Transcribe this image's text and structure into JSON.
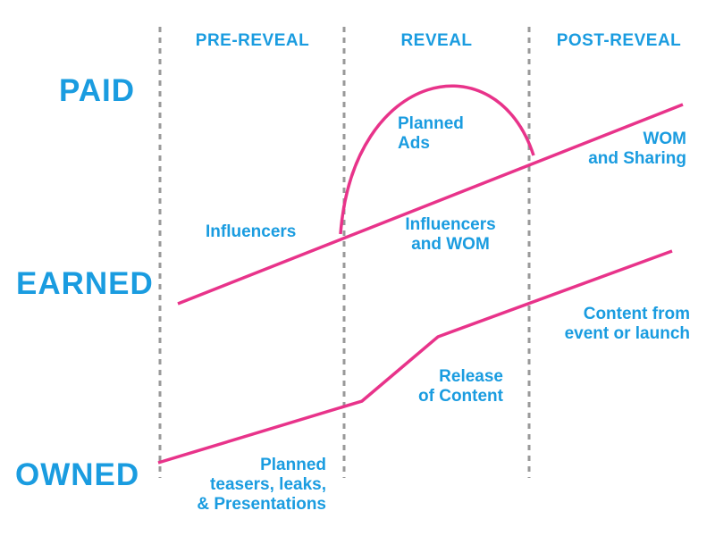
{
  "colors": {
    "text": "#1a9ce0",
    "line": "#e8338a",
    "divider": "#999999"
  },
  "phases": [
    {
      "label": "PRE-REVEAL"
    },
    {
      "label": "REVEAL"
    },
    {
      "label": "POST-REVEAL"
    }
  ],
  "rows": [
    {
      "label": "PAID"
    },
    {
      "label": "EARNED"
    },
    {
      "label": "OWNED"
    }
  ],
  "labels": {
    "planned_ads": [
      "Planned",
      "Ads"
    ],
    "wom_sharing": [
      "WOM",
      "and Sharing"
    ],
    "influencers": "Influencers",
    "influencers_wom": [
      "Influencers",
      "and WOM"
    ],
    "content_event": [
      "Content from",
      "event or launch"
    ],
    "release_content": [
      "Release",
      "of Content"
    ],
    "planned_teasers": [
      "Planned",
      "teasers, leaks,",
      "& Presentations"
    ]
  }
}
